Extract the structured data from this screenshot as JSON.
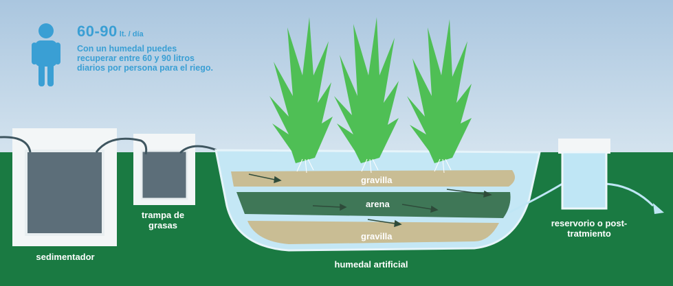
{
  "stat": {
    "value": "60-90",
    "unit": "lt. / día",
    "description": "Con un humedal puedes recuperar entre 60 y 90 litros diarios por persona para el riego."
  },
  "labels": {
    "sedimentador": "sedimentador",
    "trampa": "trampa de grasas",
    "gravilla_top": "gravilla",
    "arena": "arena",
    "gravilla_bottom": "gravilla",
    "humedal": "humedal artificial",
    "reservorio": "reservorio o post-tratmiento"
  },
  "icons": {
    "person": "person-icon",
    "plants": "reed-plant-icon"
  },
  "colors": {
    "ground": "#1a7a42",
    "gravel": "#c9bd94",
    "sand": "#3f7757",
    "water": "#bfe6f5",
    "tank_fill": "#5a6d78",
    "accent": "#3a9fd4",
    "plant": "#4fbf55"
  }
}
